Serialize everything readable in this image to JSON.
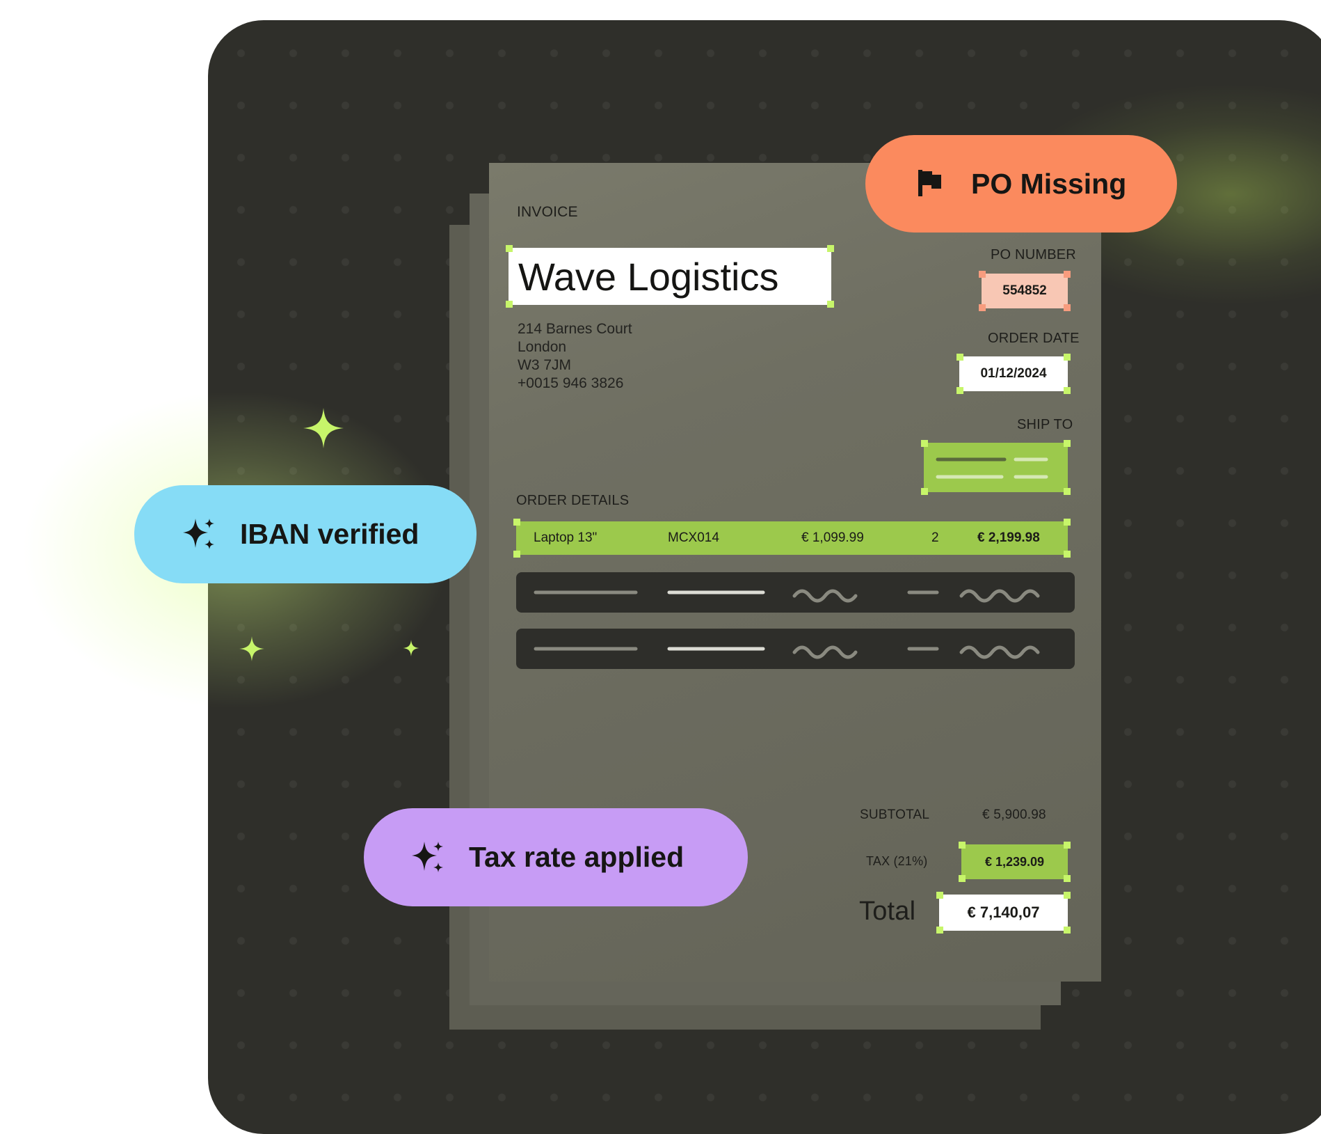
{
  "invoice": {
    "heading": "INVOICE",
    "company": "Wave Logistics",
    "address": {
      "line1": "214 Barnes Court",
      "line2": "London",
      "line3": "W3 7JM",
      "phone": "+0015 946 3826"
    },
    "po_number_label": "PO NUMBER",
    "po_number": "554852",
    "order_date_label": "ORDER DATE",
    "order_date": "01/12/2024",
    "ship_to_label": "SHIP TO",
    "order_details_label": "ORDER DETAILS",
    "order_row": {
      "item": "Laptop 13\"",
      "sku": "MCX014",
      "unit_price": "€ 1,099.99",
      "qty": "2",
      "line_total": "€ 2,199.98"
    },
    "subtotal_label": "SUBTOTAL",
    "subtotal": "€ 5,900.98",
    "tax_label": "TAX (21%)",
    "tax": "€ 1,239.09",
    "total_label": "Total",
    "total": "€ 7,140,07"
  },
  "badges": {
    "po_missing": "PO Missing",
    "iban_verified": "IBAN verified",
    "tax_rate_applied": "Tax rate applied"
  },
  "colors": {
    "panel_bg": "#2f2f2a",
    "accent_green": "#9cc94c",
    "handle_green": "#c7f56a",
    "po_badge": "#fb8a5e",
    "iban_badge": "#86dcf6",
    "tax_badge": "#c79cf5",
    "po_field": "#f8c7b4"
  },
  "icons": {
    "po_missing": "flag-icon",
    "iban_verified": "sparkle-icon",
    "tax_rate_applied": "sparkle-icon",
    "decorations": "sparkle-icon"
  }
}
